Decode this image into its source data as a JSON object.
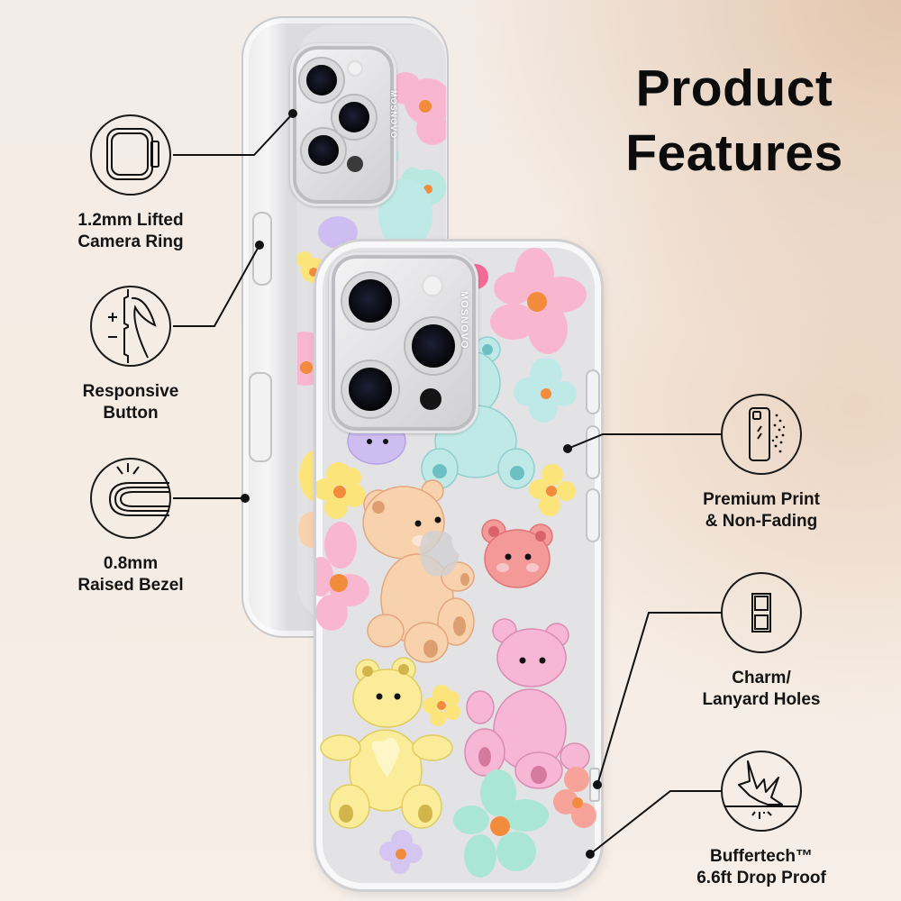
{
  "header": {
    "title_line1": "Product",
    "title_line2": "Features"
  },
  "phone": {
    "brand_text": "MOSNOVO",
    "case_type": "clear case with pastel bears and flowers print",
    "print_colors": {
      "pink": "#f9b6cf",
      "mint": "#b8e8e0",
      "yellow": "#fbe57a",
      "peach": "#f8d1ad",
      "coral": "#f39a98",
      "lavender": "#c9b8ef",
      "orange_center": "#f28b3c"
    }
  },
  "features_left": [
    {
      "id": "camera-ring",
      "icon": "camera-ring-icon",
      "line1": "1.2mm Lifted",
      "line2": "Camera Ring"
    },
    {
      "id": "responsive-button",
      "icon": "button-icon",
      "line1": "Responsive",
      "line2": "Button"
    },
    {
      "id": "raised-bezel",
      "icon": "bezel-icon",
      "line1": "0.8mm",
      "line2": "Raised Bezel"
    }
  ],
  "features_right": [
    {
      "id": "premium-print",
      "icon": "print-icon",
      "line1": "Premium Print",
      "line2": "& Non-Fading"
    },
    {
      "id": "lanyard-holes",
      "icon": "lanyard-holes-icon",
      "line1": "Charm/",
      "line2": "Lanyard Holes"
    },
    {
      "id": "drop-proof",
      "icon": "drop-impact-icon",
      "line1": "Buffertech™",
      "line2": "6.6ft Drop Proof"
    }
  ],
  "icon_glyphs": {
    "plus": "+",
    "minus": "−"
  },
  "colors": {
    "text": "#111111",
    "line": "#111111",
    "bg_light": "#f5ece5",
    "bg_warm": "#e3c6ad"
  }
}
